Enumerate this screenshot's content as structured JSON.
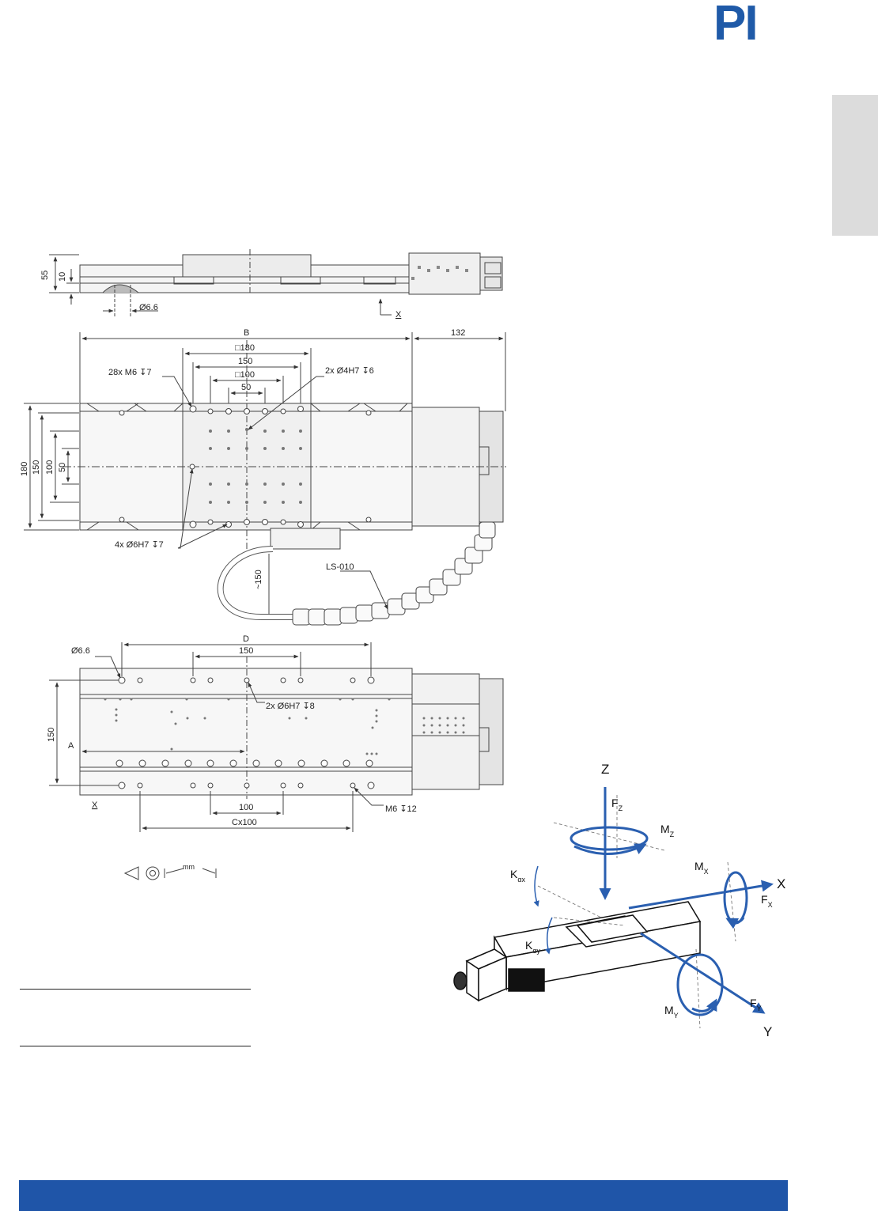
{
  "brand": {
    "logo_text": "PI",
    "color": "#1f5aa8"
  },
  "drawing": {
    "side_view": {
      "height_55": "55",
      "height_10": "10",
      "dia_66": "Ø6.6",
      "x_ref": "X"
    },
    "top_view": {
      "B": "B",
      "len_132": "132",
      "sq180": "□180",
      "d150": "150",
      "sq100": "□100",
      "d50": "50",
      "holes_m6": "28x M6 ↧7",
      "holes_4h7": "2x Ø4H7 ↧6",
      "holes_6h7": "4x Ø6H7 ↧7",
      "left_180": "180",
      "left_150": "150",
      "left_100": "100",
      "left_50": "50",
      "approx_150": "~150",
      "cable": "LS-010"
    },
    "bottom_view": {
      "dia_66": "Ø6.6",
      "D": "D",
      "d150": "150",
      "holes_6h7": "2x Ø6H7 ↧8",
      "left_150": "150",
      "A": "A",
      "x_ref": "X",
      "d100": "100",
      "m6": "M6 ↧12",
      "cx100": "Cx100"
    },
    "units": "mm"
  },
  "axes_diagram": {
    "Z": "Z",
    "Fz": "F",
    "Fz_sub": "Z",
    "Mz": "M",
    "Mz_sub": "Z",
    "Kax": "K",
    "Kax_sub": "αx",
    "Kay": "K",
    "Kay_sub": "αy",
    "Mx": "M",
    "Mx_sub": "X",
    "X": "X",
    "Fx": "F",
    "Fx_sub": "X",
    "My": "M",
    "My_sub": "Y",
    "Fy": "F",
    "Fy_sub": "Y",
    "Y": "Y"
  }
}
